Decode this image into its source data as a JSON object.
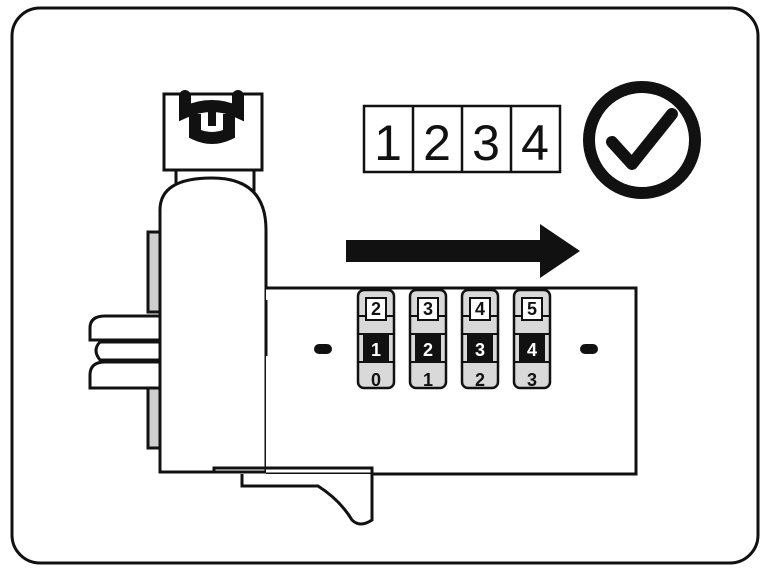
{
  "code": {
    "digits": [
      "1",
      "2",
      "3",
      "4"
    ]
  },
  "dials": [
    {
      "top": "2",
      "active": "1",
      "bottom": "0"
    },
    {
      "top": "3",
      "active": "2",
      "bottom": "1"
    },
    {
      "top": "4",
      "active": "3",
      "bottom": "2"
    },
    {
      "top": "5",
      "active": "4",
      "bottom": "3"
    }
  ],
  "icons": {
    "confirm": "check-circle-icon",
    "direction": "arrow-right-icon",
    "lock_head": "padlock-icon"
  },
  "colors": {
    "stroke": "#111111",
    "fill": "#ffffff",
    "dial_light": "#d9d9d9",
    "dial_active": "#111111"
  }
}
